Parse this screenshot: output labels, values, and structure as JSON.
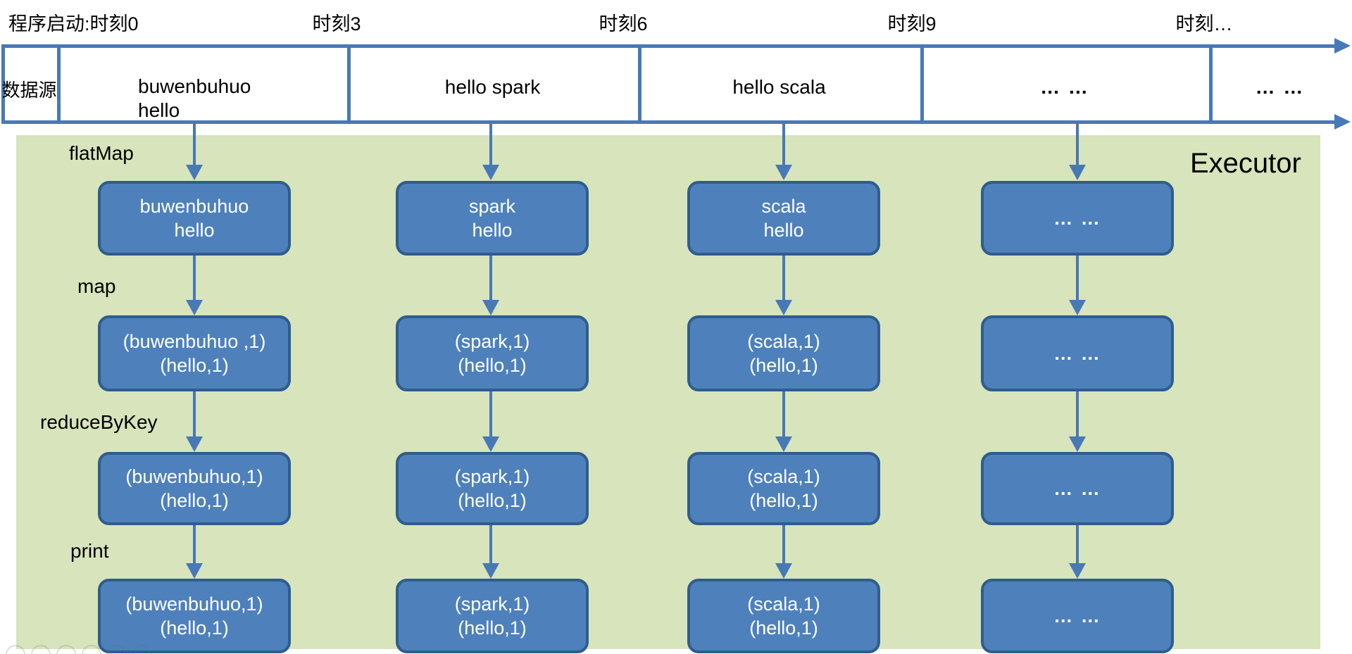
{
  "timeline": {
    "labels": [
      {
        "text": "程序启动:时刻0"
      },
      {
        "text": "时刻3"
      },
      {
        "text": "时刻6"
      },
      {
        "text": "时刻9"
      },
      {
        "text": "时刻…"
      }
    ],
    "source_label": "数据源",
    "cells": [
      {
        "line1": "buwenbuhuo",
        "line2": "hello"
      },
      {
        "line1": "hello spark",
        "line2": ""
      },
      {
        "line1": "hello scala",
        "line2": ""
      },
      {
        "line1": "… …",
        "line2": ""
      },
      {
        "line1": "… …",
        "line2": ""
      }
    ]
  },
  "executor": {
    "title": "Executor"
  },
  "operations": [
    {
      "label": "flatMap"
    },
    {
      "label": "map"
    },
    {
      "label": "reduceByKey"
    },
    {
      "label": "print"
    }
  ],
  "columns": [
    {
      "boxes": [
        {
          "line1": "buwenbuhuo",
          "line2": "hello"
        },
        {
          "line1": "(buwenbuhuo ,1)",
          "line2": "(hello,1)"
        },
        {
          "line1": "(buwenbuhuo,1)",
          "line2": "(hello,1)"
        },
        {
          "line1": "(buwenbuhuo,1)",
          "line2": "(hello,1)"
        }
      ]
    },
    {
      "boxes": [
        {
          "line1": "spark",
          "line2": "hello"
        },
        {
          "line1": "(spark,1)",
          "line2": "(hello,1)"
        },
        {
          "line1": "(spark,1)",
          "line2": "(hello,1)"
        },
        {
          "line1": "(spark,1)",
          "line2": "(hello,1)"
        }
      ]
    },
    {
      "boxes": [
        {
          "line1": "scala",
          "line2": "hello"
        },
        {
          "line1": "(scala,1)",
          "line2": "(hello,1)"
        },
        {
          "line1": "(scala,1)",
          "line2": "(hello,1)"
        },
        {
          "line1": "(scala,1)",
          "line2": "(hello,1)"
        }
      ]
    },
    {
      "boxes": [
        {
          "line1": "… …",
          "line2": ""
        },
        {
          "line1": "… …",
          "line2": ""
        },
        {
          "line1": "… …",
          "line2": ""
        },
        {
          "line1": "… …",
          "line2": ""
        }
      ]
    }
  ],
  "colors": {
    "accent_blue": "#4879B5",
    "box_fill": "#4E81BC",
    "box_border": "#2F5D8C",
    "executor_bg": "#D7E4BC"
  }
}
